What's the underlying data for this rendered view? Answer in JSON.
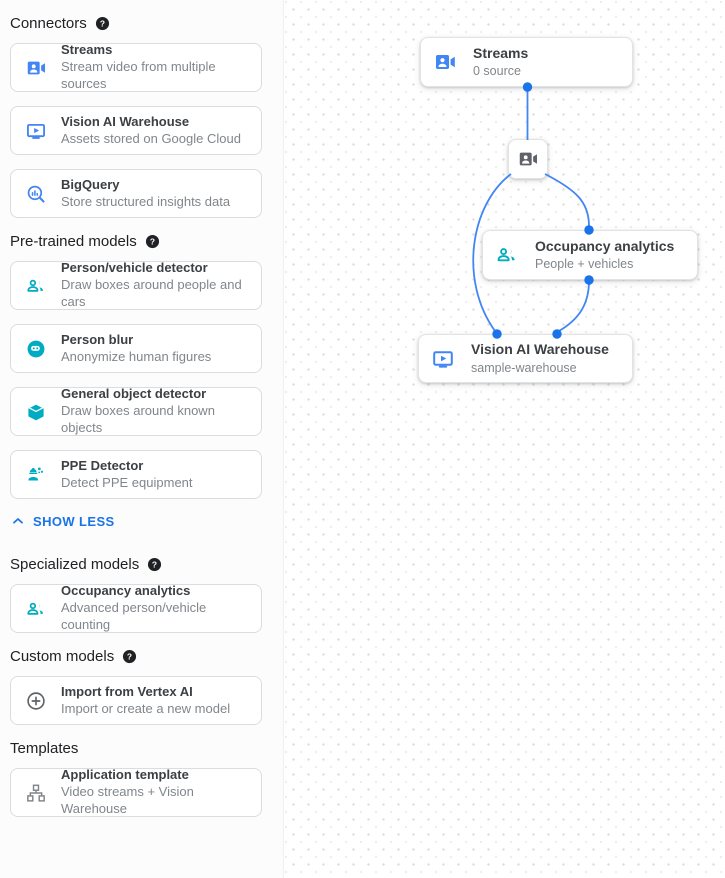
{
  "sidebar": {
    "sections": [
      {
        "title": "Connectors",
        "cards": [
          {
            "icon": "video-camera-front-icon",
            "title": "Streams",
            "subtitle": "Stream video from multiple sources"
          },
          {
            "icon": "smart-display-icon",
            "title": "Vision AI Warehouse",
            "subtitle": "Assets stored on Google Cloud"
          },
          {
            "icon": "bigquery-icon",
            "title": "BigQuery",
            "subtitle": "Store structured insights data"
          }
        ]
      },
      {
        "title": "Pre-trained models",
        "cards": [
          {
            "icon": "people-icon",
            "title": "Person/vehicle detector",
            "subtitle": "Draw boxes around people and cars"
          },
          {
            "icon": "face-blur-icon",
            "title": "Person blur",
            "subtitle": "Anonymize human figures"
          },
          {
            "icon": "cube-icon",
            "title": "General object detector",
            "subtitle": "Draw boxes around known objects"
          },
          {
            "icon": "ppe-icon",
            "title": "PPE Detector",
            "subtitle": "Detect PPE equipment"
          }
        ]
      },
      {
        "title": "Specialized models",
        "cards": [
          {
            "icon": "people-icon",
            "title": "Occupancy analytics",
            "subtitle": "Advanced person/vehicle counting"
          }
        ]
      },
      {
        "title": "Custom models",
        "cards": [
          {
            "icon": "add-circle-icon",
            "title": "Import from Vertex AI",
            "subtitle": "Import or create a new model"
          }
        ]
      },
      {
        "title": "Templates",
        "cards": [
          {
            "icon": "schema-icon",
            "title": "Application template",
            "subtitle": "Video streams + Vision Warehouse"
          }
        ]
      }
    ],
    "show_less_label": "SHOW LESS"
  },
  "canvas": {
    "nodes": {
      "streams": {
        "title": "Streams",
        "subtitle": "0 source"
      },
      "occupancy": {
        "title": "Occupancy analytics",
        "subtitle": "People + vehicles"
      },
      "warehouse": {
        "title": "Vision AI Warehouse",
        "subtitle": "sample-warehouse"
      }
    }
  },
  "icons": {
    "help_glyph": "?"
  },
  "colors": {
    "icon_blue": "#4285f4",
    "link_blue": "#1a73e8",
    "model_teal": "#00acc1",
    "icon_gray": "#5f6368",
    "edge_blue": "#4285f4",
    "dot_blue": "#1a73e8"
  }
}
